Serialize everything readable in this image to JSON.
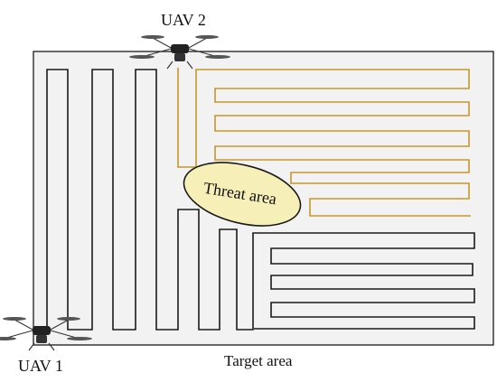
{
  "labels": {
    "uav1": "UAV 1",
    "uav2": "UAV 2",
    "threat": "Threat area",
    "target": "Target area"
  },
  "colors": {
    "area_fill": "#f2f2f2",
    "area_border": "#1a1a1a",
    "path_uav1": "#1a1a1a",
    "path_uav2": "#c8962a",
    "threat_fill": "#f7efb8",
    "threat_border": "#1a1a1a"
  },
  "icons": {
    "uav1": "quadcopter-drone-icon",
    "uav2": "quadcopter-drone-icon"
  }
}
